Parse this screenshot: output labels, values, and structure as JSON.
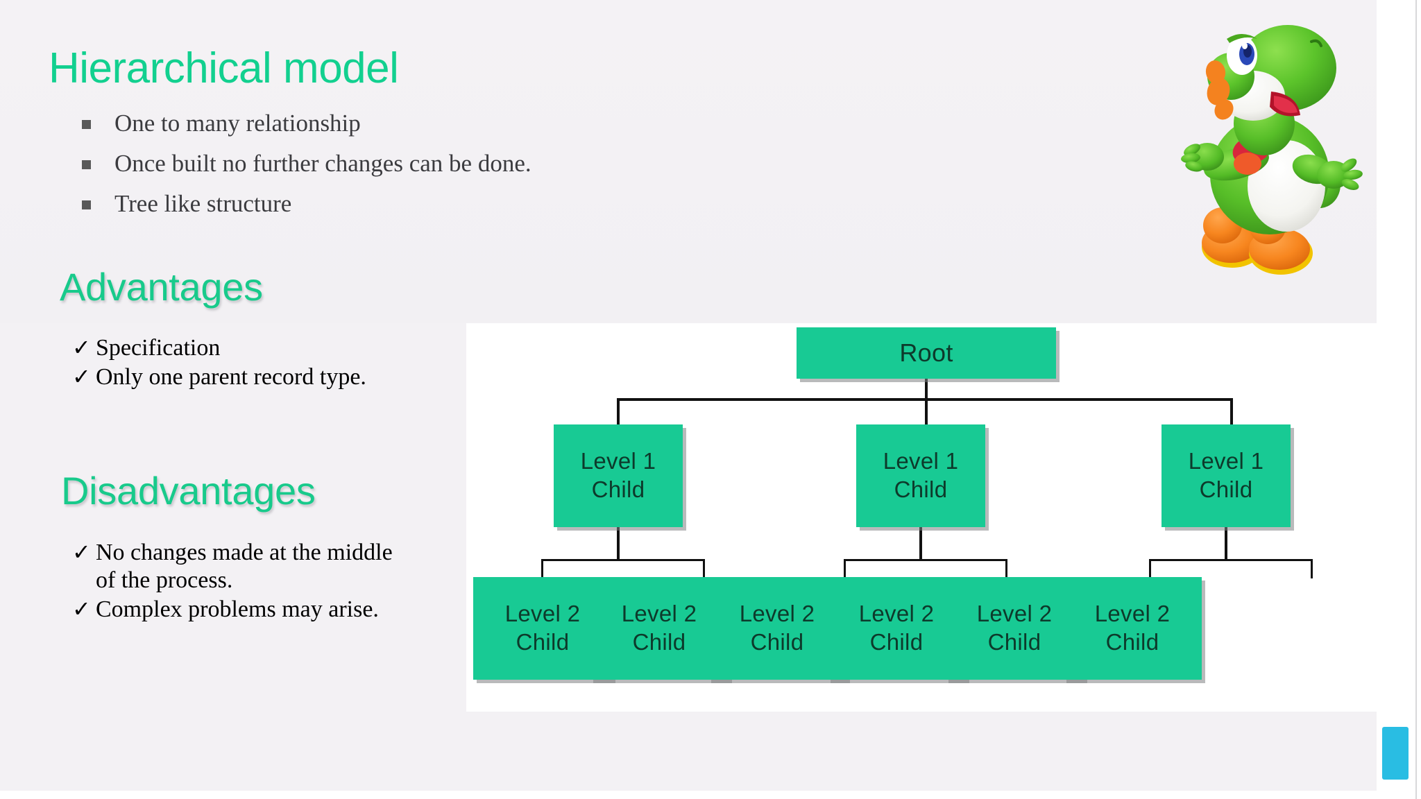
{
  "slide": {
    "title": "Hierarchical model",
    "bullets": [
      "One to many relationship",
      "Once built no further changes can be done.",
      "Tree like structure"
    ],
    "advantages": {
      "heading": "Advantages",
      "items": [
        "Specification",
        "Only one parent record type."
      ]
    },
    "disadvantages": {
      "heading": "Disadvantages",
      "items": [
        "No changes made at the middle  of the process.",
        "Complex problems may arise."
      ]
    },
    "check_marker": "✓"
  },
  "diagram": {
    "root": {
      "line1": "Root"
    },
    "level1": [
      {
        "line1": "Level 1",
        "line2": "Child"
      },
      {
        "line1": "Level 1",
        "line2": "Child"
      },
      {
        "line1": "Level 1",
        "line2": "Child"
      }
    ],
    "level2": [
      {
        "line1": "Level 2",
        "line2": "Child"
      },
      {
        "line1": "Level 2",
        "line2": "Child"
      },
      {
        "line1": "Level 2",
        "line2": "Child"
      },
      {
        "line1": "Level 2",
        "line2": "Child"
      },
      {
        "line1": "Level 2",
        "line2": "Child"
      },
      {
        "line1": "Level 2",
        "line2": "Child"
      }
    ]
  },
  "decor": {
    "mascot": "yoshi-character",
    "scroll_thumb": "vertical-scrollbar-thumb"
  },
  "colors": {
    "title_green": "#12d08f",
    "heading_green": "#18ca8b",
    "node_green": "#18ca94",
    "node_text": "#0d3a2b",
    "slide_bg": "#f3f1f4",
    "panel_bg": "#ffffff",
    "connector": "#111111",
    "scroll_thumb": "#29bde3",
    "bullet_square": "#595959",
    "body_text": "#3b3b3f"
  }
}
